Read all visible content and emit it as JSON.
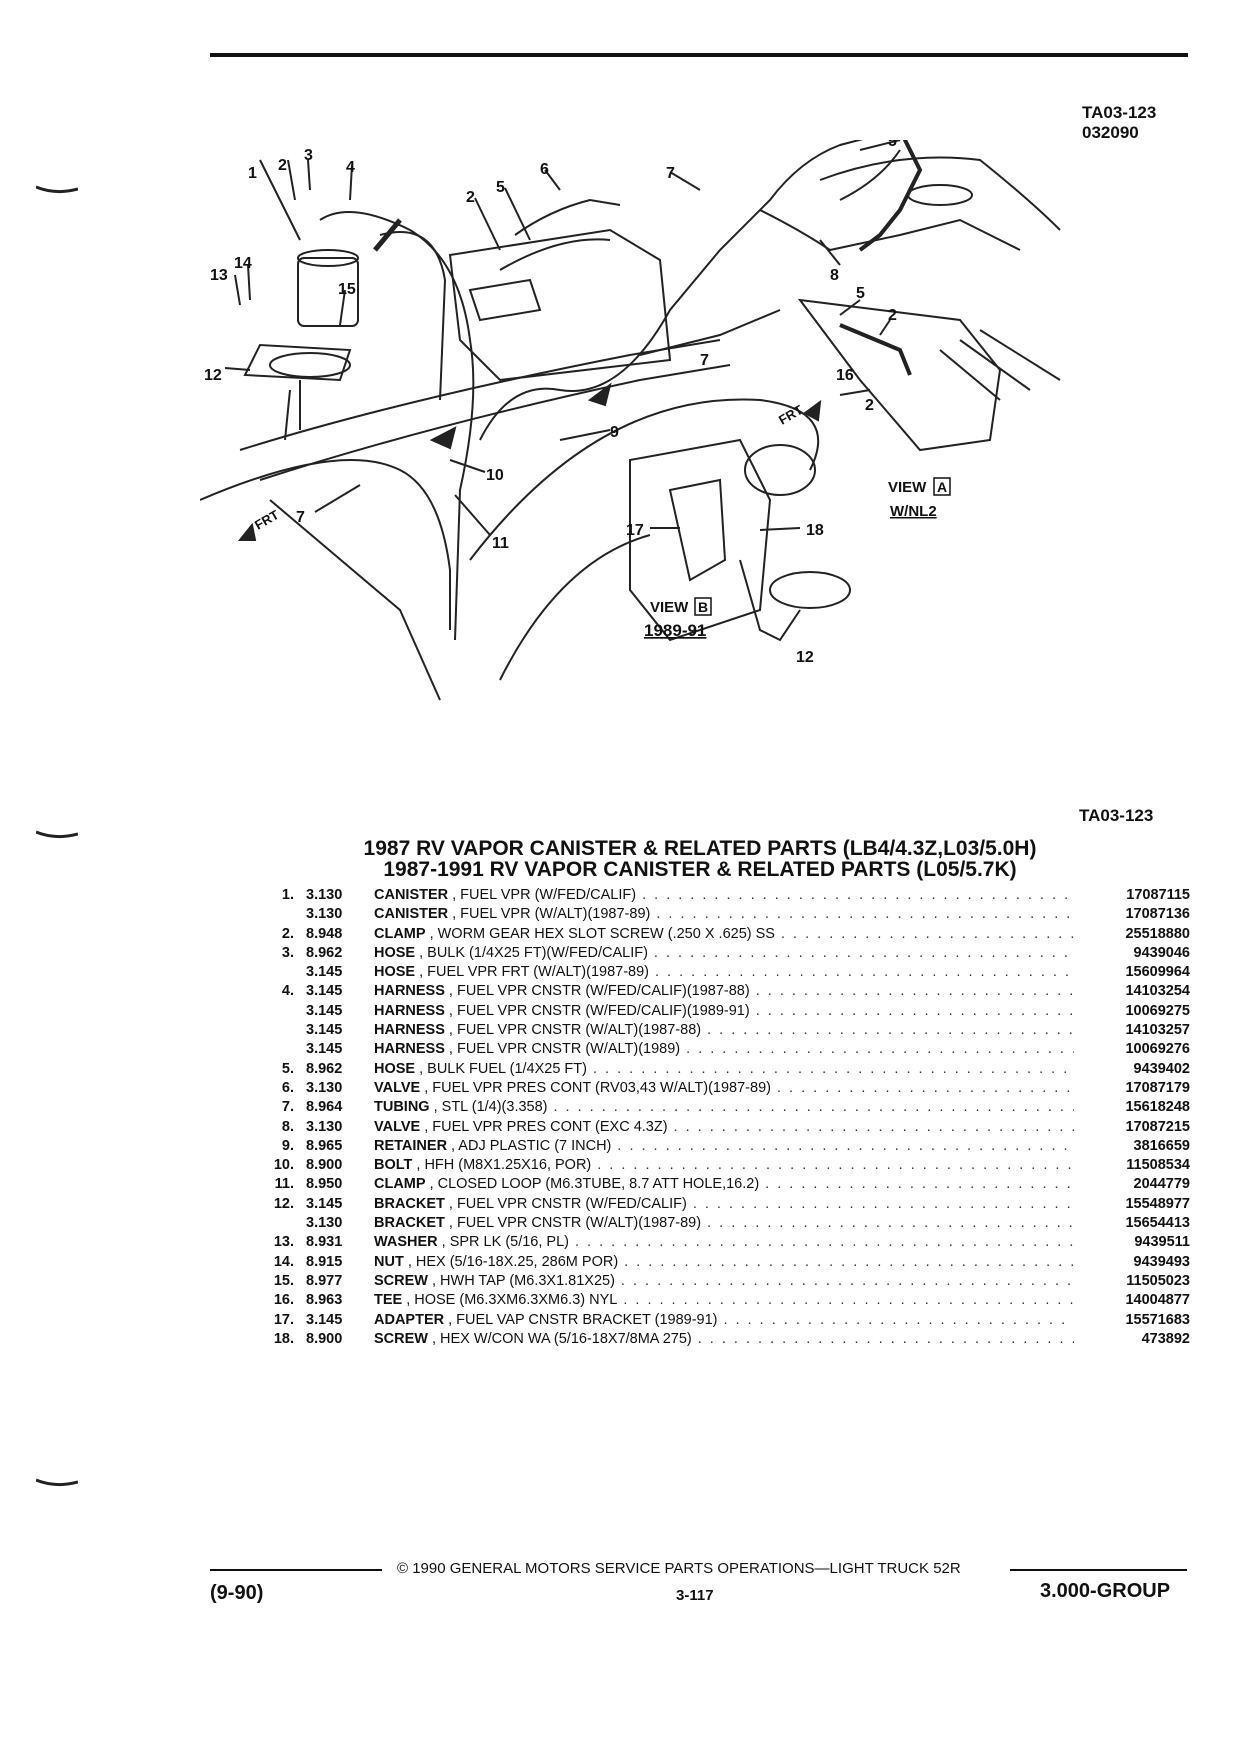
{
  "figure": {
    "code_top_line1": "TA03-123",
    "code_top_line2": "032090",
    "code_bottom": "TA03-123",
    "callouts": [
      "1",
      "2",
      "3",
      "4",
      "5",
      "6",
      "7",
      "8",
      "9",
      "10",
      "11",
      "12",
      "13",
      "14",
      "15",
      "16",
      "17",
      "18"
    ],
    "view_a_label": "VIEW",
    "view_a_letter": "A",
    "view_a_sub": "W/NL2",
    "view_b_label": "VIEW",
    "view_b_letter": "B",
    "view_b_sub": "1989-91",
    "frt": "FRT"
  },
  "titles": {
    "line1": "1987 RV VAPOR CANISTER & RELATED PARTS (LB4/4.3Z,L03/5.0H)",
    "line2": "1987-1991 RV VAPOR CANISTER & RELATED PARTS (L05/5.7K)"
  },
  "parts": [
    {
      "item": "1.",
      "group": "3.130",
      "name": "CANISTER",
      "desc": ", FUEL VPR (W/FED/CALIF)",
      "pn": "17087115"
    },
    {
      "item": "",
      "group": "3.130",
      "name": "CANISTER",
      "desc": ", FUEL VPR (W/ALT)(1987-89)",
      "pn": "17087136"
    },
    {
      "item": "2.",
      "group": "8.948",
      "name": "CLAMP",
      "desc": ", WORM GEAR HEX SLOT SCREW (.250 X .625) SS",
      "pn": "25518880"
    },
    {
      "item": "3.",
      "group": "8.962",
      "name": "HOSE",
      "desc": ", BULK (1/4X25 FT)(W/FED/CALIF)",
      "pn": "9439046"
    },
    {
      "item": "",
      "group": "3.145",
      "name": "HOSE",
      "desc": ", FUEL VPR FRT (W/ALT)(1987-89)",
      "pn": "15609964"
    },
    {
      "item": "4.",
      "group": "3.145",
      "name": "HARNESS",
      "desc": ", FUEL VPR CNSTR (W/FED/CALIF)(1987-88)",
      "pn": "14103254"
    },
    {
      "item": "",
      "group": "3.145",
      "name": "HARNESS",
      "desc": ", FUEL VPR CNSTR (W/FED/CALIF)(1989-91)",
      "pn": "10069275"
    },
    {
      "item": "",
      "group": "3.145",
      "name": "HARNESS",
      "desc": ", FUEL VPR CNSTR (W/ALT)(1987-88)",
      "pn": "14103257"
    },
    {
      "item": "",
      "group": "3.145",
      "name": "HARNESS",
      "desc": ", FUEL VPR CNSTR (W/ALT)(1989)",
      "pn": "10069276"
    },
    {
      "item": "5.",
      "group": "8.962",
      "name": "HOSE",
      "desc": ", BULK FUEL (1/4X25 FT)",
      "pn": "9439402"
    },
    {
      "item": "6.",
      "group": "3.130",
      "name": "VALVE",
      "desc": ", FUEL VPR PRES CONT (RV03,43 W/ALT)(1987-89)",
      "pn": "17087179"
    },
    {
      "item": "7.",
      "group": "8.964",
      "name": "TUBING",
      "desc": ", STL (1/4)(3.358)",
      "pn": "15618248"
    },
    {
      "item": "8.",
      "group": "3.130",
      "name": "VALVE",
      "desc": ", FUEL VPR PRES CONT (EXC 4.3Z)",
      "pn": "17087215"
    },
    {
      "item": "9.",
      "group": "8.965",
      "name": "RETAINER",
      "desc": ", ADJ PLASTIC (7 INCH)",
      "pn": "3816659"
    },
    {
      "item": "10.",
      "group": "8.900",
      "name": "BOLT",
      "desc": ", HFH (M8X1.25X16, POR)",
      "pn": "11508534"
    },
    {
      "item": "11.",
      "group": "8.950",
      "name": "CLAMP",
      "desc": ", CLOSED LOOP (M6.3TUBE, 8.7 ATT HOLE,16.2)",
      "pn": "2044779"
    },
    {
      "item": "12.",
      "group": "3.145",
      "name": "BRACKET",
      "desc": ", FUEL VPR CNSTR (W/FED/CALIF)",
      "pn": "15548977"
    },
    {
      "item": "",
      "group": "3.130",
      "name": "BRACKET",
      "desc": ", FUEL VPR CNSTR (W/ALT)(1987-89)",
      "pn": "15654413"
    },
    {
      "item": "13.",
      "group": "8.931",
      "name": "WASHER",
      "desc": ", SPR LK (5/16, PL)",
      "pn": "9439511"
    },
    {
      "item": "14.",
      "group": "8.915",
      "name": "NUT",
      "desc": ", HEX (5/16-18X.25, 286M POR)",
      "pn": "9439493"
    },
    {
      "item": "15.",
      "group": "8.977",
      "name": "SCREW",
      "desc": ", HWH TAP (M6.3X1.81X25)",
      "pn": "11505023"
    },
    {
      "item": "16.",
      "group": "8.963",
      "name": "TEE",
      "desc": ", HOSE (M6.3XM6.3XM6.3) NYL",
      "pn": "14004877"
    },
    {
      "item": "17.",
      "group": "3.145",
      "name": "ADAPTER",
      "desc": ", FUEL VAP CNSTR BRACKET (1989-91)",
      "pn": "15571683"
    },
    {
      "item": "18.",
      "group": "8.900",
      "name": "SCREW",
      "desc": ", HEX W/CON WA (5/16-18X7/8MA 275)",
      "pn": "473892"
    }
  ],
  "footer": {
    "date": "(9-90)",
    "copyright": "© 1990 GENERAL MOTORS SERVICE PARTS OPERATIONS—LIGHT TRUCK 52R",
    "page": "3-117",
    "group": "3.000-GROUP"
  }
}
